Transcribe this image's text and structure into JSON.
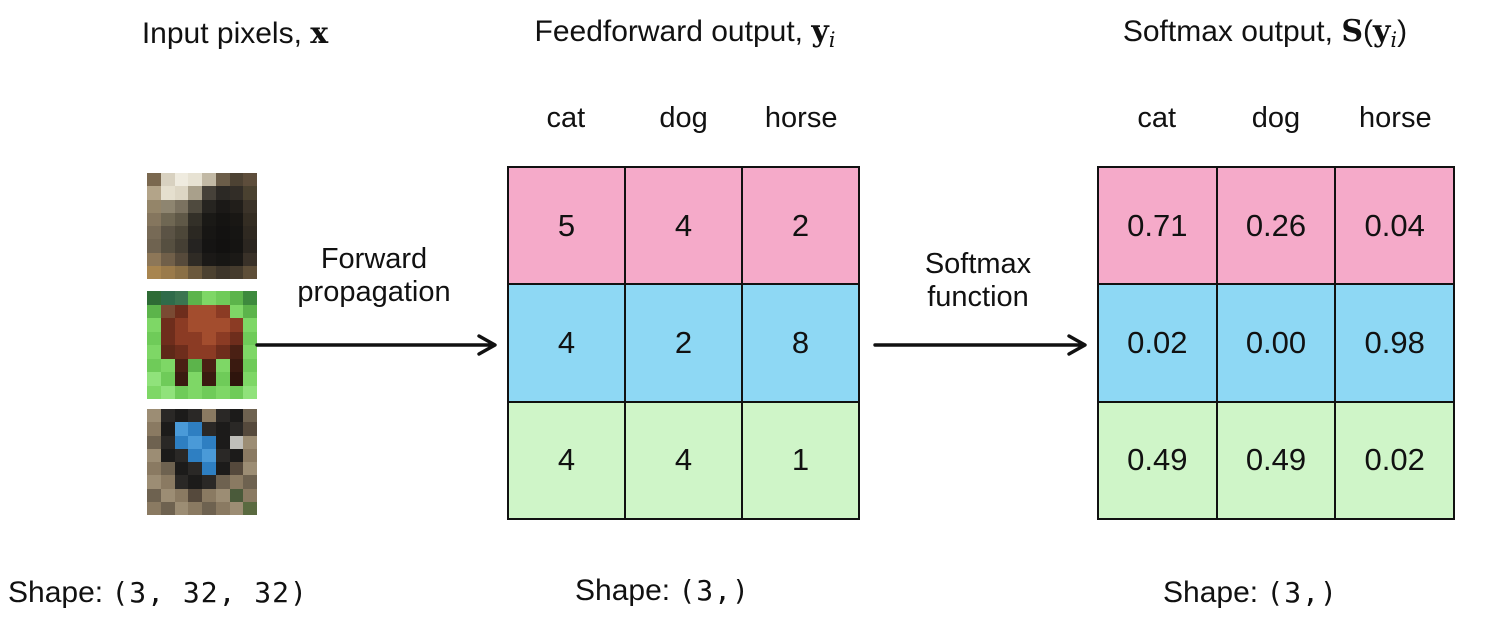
{
  "titles": {
    "input": {
      "prefix": "Input pixels, ",
      "vector": "x"
    },
    "feedforward": {
      "prefix": "Feedforward output, ",
      "vector": "y",
      "subscript": "i"
    },
    "softmax": {
      "prefix": "Softmax output, ",
      "function": "S",
      "paren_open": "(",
      "vector": "y",
      "subscript": "i",
      "paren_close": ")"
    }
  },
  "columns": [
    "cat",
    "dog",
    "horse"
  ],
  "row_colors": [
    "#f5aac9",
    "#8ed8f4",
    "#cff5c8"
  ],
  "border_color": "#111111",
  "feedforward_table": {
    "rows": [
      [
        "5",
        "4",
        "2"
      ],
      [
        "4",
        "2",
        "8"
      ],
      [
        "4",
        "4",
        "1"
      ]
    ]
  },
  "softmax_table": {
    "rows": [
      [
        "0.71",
        "0.26",
        "0.04"
      ],
      [
        "0.02",
        "0.00",
        "0.98"
      ],
      [
        "0.49",
        "0.49",
        "0.02"
      ]
    ]
  },
  "arrows": [
    {
      "label_line1": "Forward",
      "label_line2": "propagation"
    },
    {
      "label_line1": "Softmax",
      "label_line2": "function"
    }
  ],
  "shapes": {
    "input": {
      "label": "Shape:",
      "value": "(3, 32, 32)"
    },
    "feedforward": {
      "label": "Shape:",
      "value": "(3,)"
    },
    "softmax": {
      "label": "Shape:",
      "value": "(3,)"
    }
  },
  "images": [
    {
      "name": "cat-image",
      "pixels": [
        [
          "#7a684f",
          "#d8d1c0",
          "#efebdf",
          "#e7e2d3",
          "#c2b9a5",
          "#6b5d49",
          "#4d4233",
          "#5d4d3b"
        ],
        [
          "#b3a489",
          "#e5dfce",
          "#ddd6c4",
          "#a9a08b",
          "#464139",
          "#2c2925",
          "#322d27",
          "#4a4130"
        ],
        [
          "#948569",
          "#8e8570",
          "#7b7260",
          "#4f4a3e",
          "#262420",
          "#1b1917",
          "#211e1a",
          "#3b3329"
        ],
        [
          "#85765e",
          "#6f6753",
          "#5f5847",
          "#333028",
          "#1a1916",
          "#151412",
          "#191714",
          "#342d23"
        ],
        [
          "#776a56",
          "#5b5345",
          "#4d4739",
          "#2b2822",
          "#171614",
          "#131211",
          "#161513",
          "#2f2921"
        ],
        [
          "#6f6350",
          "#564f40",
          "#453f34",
          "#252321",
          "#151413",
          "#121110",
          "#151412",
          "#2b2620"
        ],
        [
          "#8d7758",
          "#705f49",
          "#564a3b",
          "#2f2b25",
          "#1b1917",
          "#171614",
          "#1b1916",
          "#393128"
        ],
        [
          "#a8854f",
          "#9a7a4a",
          "#8a6f45",
          "#6b583c",
          "#4c4130",
          "#3d352a",
          "#453b2d",
          "#5e4e38"
        ]
      ]
    },
    {
      "name": "horse-image",
      "pixels": [
        [
          "#2e6b35",
          "#2f6b4a",
          "#3b7550",
          "#5cb44b",
          "#7ed766",
          "#6fcb59",
          "#5cb44b",
          "#3d8a3d"
        ],
        [
          "#5cb44b",
          "#7a4a33",
          "#6e2d1c",
          "#a34d2e",
          "#a34d2e",
          "#8b3b24",
          "#7ed766",
          "#5cb44b"
        ],
        [
          "#7ed766",
          "#6e2d1c",
          "#8b3b24",
          "#a34d2e",
          "#a34d2e",
          "#a34d2e",
          "#8b3b24",
          "#7ed766"
        ],
        [
          "#6fcb59",
          "#6e2d1c",
          "#8b3b24",
          "#8b3b24",
          "#a34d2e",
          "#8b3b24",
          "#6e2d1c",
          "#6fcb59"
        ],
        [
          "#7ed766",
          "#5e2818",
          "#6e2d1c",
          "#8b3b24",
          "#8b3b24",
          "#6e2d1c",
          "#4a2014",
          "#7ed766"
        ],
        [
          "#6fcb59",
          "#7ed766",
          "#4a2014",
          "#5cb44b",
          "#4a2014",
          "#7ed766",
          "#3a1a10",
          "#6fcb59"
        ],
        [
          "#90e27b",
          "#6fcb59",
          "#3a1a10",
          "#7ed766",
          "#3a1a10",
          "#6fcb59",
          "#2e140c",
          "#7ed766"
        ],
        [
          "#7ed766",
          "#90e27b",
          "#6fcb59",
          "#7ed766",
          "#6fcb59",
          "#7ed766",
          "#6fcb59",
          "#90e27b"
        ]
      ]
    },
    {
      "name": "dog-image",
      "pixels": [
        [
          "#9c8d74",
          "#2a2826",
          "#1c1b1a",
          "#2a2826",
          "#8a7a62",
          "#2a2826",
          "#1c1b1a",
          "#6e6250"
        ],
        [
          "#8a7a62",
          "#1c1b1a",
          "#4a9ad8",
          "#2e7fc2",
          "#2a2826",
          "#1c1b1a",
          "#2a2826",
          "#55493c"
        ],
        [
          "#6e6250",
          "#2a2826",
          "#2e7fc2",
          "#4a9ad8",
          "#2e7fc2",
          "#1c1b1a",
          "#c0bfba",
          "#9c8d74"
        ],
        [
          "#9c8d74",
          "#1c1b1a",
          "#2a2826",
          "#2e7fc2",
          "#4a9ad8",
          "#2a2826",
          "#1c1b1a",
          "#8a7a62"
        ],
        [
          "#8a7a62",
          "#6e6250",
          "#1c1b1a",
          "#2a2826",
          "#2e7fc2",
          "#1c1b1a",
          "#55493c",
          "#9c8d74"
        ],
        [
          "#9c8d74",
          "#8a7a62",
          "#2a2826",
          "#1c1b1a",
          "#2a2826",
          "#6e6250",
          "#8a7a62",
          "#6e6250"
        ],
        [
          "#6e6250",
          "#9c8d74",
          "#8a7a62",
          "#55493c",
          "#8a7a62",
          "#9c8d74",
          "#4a5a3a",
          "#8a7a62"
        ],
        [
          "#8a7a62",
          "#6e6250",
          "#9c8d74",
          "#8a7a62",
          "#6e6250",
          "#8a7a62",
          "#9c8d74",
          "#5a6a40"
        ]
      ]
    }
  ]
}
